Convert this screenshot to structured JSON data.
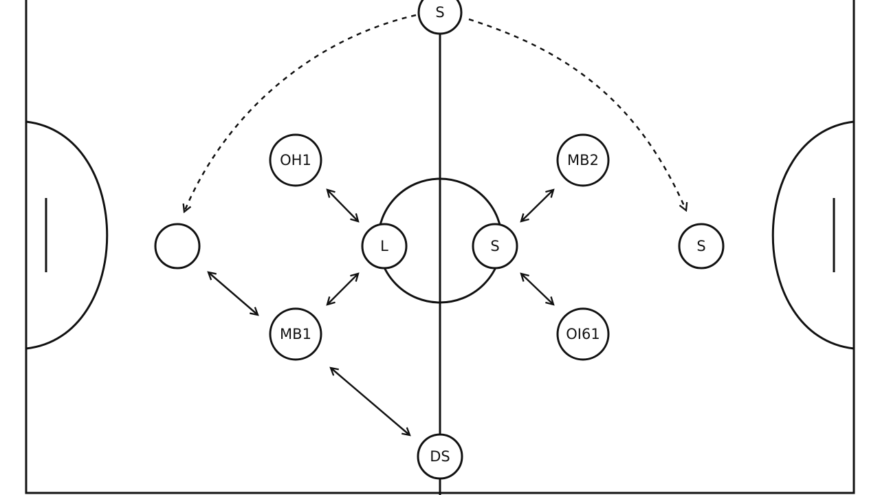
{
  "colors": {
    "background": "#ffffff",
    "ink": "#111111"
  },
  "players": [
    {
      "id": "top-setter",
      "label": "S"
    },
    {
      "id": "oh1",
      "label": "OH1"
    },
    {
      "id": "mb2",
      "label": "MB2"
    },
    {
      "id": "left-empty",
      "label": ""
    },
    {
      "id": "libero",
      "label": "L"
    },
    {
      "id": "center-setter",
      "label": "S"
    },
    {
      "id": "right-setter",
      "label": "S"
    },
    {
      "id": "mb1",
      "label": "MB1"
    },
    {
      "id": "oh2",
      "label": "OI61"
    },
    {
      "id": "ds",
      "label": "DS"
    }
  ]
}
